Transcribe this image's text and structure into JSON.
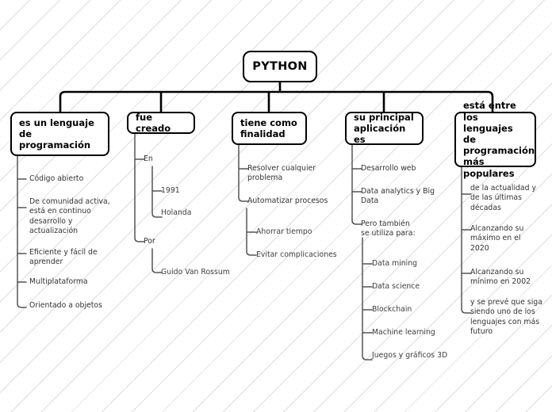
{
  "diagram": {
    "title": "PYTHON",
    "type": "mind-map",
    "colors": {
      "node_border": "#000000",
      "node_fill": "#ffffff",
      "text": "#000000",
      "leaf_text": "#3a3a3a",
      "connector_main": "#000000",
      "connector_sub": "#555555",
      "background": "#ffffff",
      "background_stripe": "#aaaab2"
    }
  },
  "root": {
    "label": "PYTHON"
  },
  "branches": [
    {
      "id": "lenguaje",
      "label": "es un lenguaje de programación",
      "children": [
        {
          "label": "Código abierto"
        },
        {
          "label": "De comunidad activa,\nestá en continuo\ndesarrollo y\nactualización"
        },
        {
          "label": "Eficiente y fácil de\naprender"
        },
        {
          "label": "Multiplataforma"
        },
        {
          "label": "Orientado a objetos"
        }
      ]
    },
    {
      "id": "creado",
      "label": "fue creado",
      "children": [
        {
          "label": "En",
          "children": [
            {
              "label": "1991"
            },
            {
              "label": "Holanda"
            }
          ]
        },
        {
          "label": "Por",
          "children": [
            {
              "label": "Guido Van Rossum"
            }
          ]
        }
      ]
    },
    {
      "id": "finalidad",
      "label": "tiene como finalidad",
      "children": [
        {
          "label": "Resolver cualquier\nproblema"
        },
        {
          "label": "Automatizar procesos",
          "children": [
            {
              "label": "Ahorrar tiempo"
            },
            {
              "label": "Evitar complicaciones"
            }
          ]
        }
      ]
    },
    {
      "id": "aplicacion",
      "label": "su principal aplicación es",
      "children": [
        {
          "label": "Desarrollo web"
        },
        {
          "label": "Data analytics y Big\nData"
        },
        {
          "label": "Pero también\nse utiliza para:",
          "children": [
            {
              "label": "Data mining"
            },
            {
              "label": "Data science"
            },
            {
              "label": "Blockchain"
            },
            {
              "label": "Machine learning"
            },
            {
              "label": "Juegos y gráficos 3D"
            }
          ]
        }
      ]
    },
    {
      "id": "populares",
      "label": "está entre los lenguajes de programación más populares",
      "children": [
        {
          "label": "de la actualidad y\nde las últimas\ndécadas"
        },
        {
          "label": "Alcanzando su\nmáximo en el\n2020"
        },
        {
          "label": "Alcanzando su\nmínimo en 2002"
        },
        {
          "label": "y se prevé que siga\nsiendo uno de los\nlenguajes con más\nfuturo"
        }
      ]
    }
  ]
}
